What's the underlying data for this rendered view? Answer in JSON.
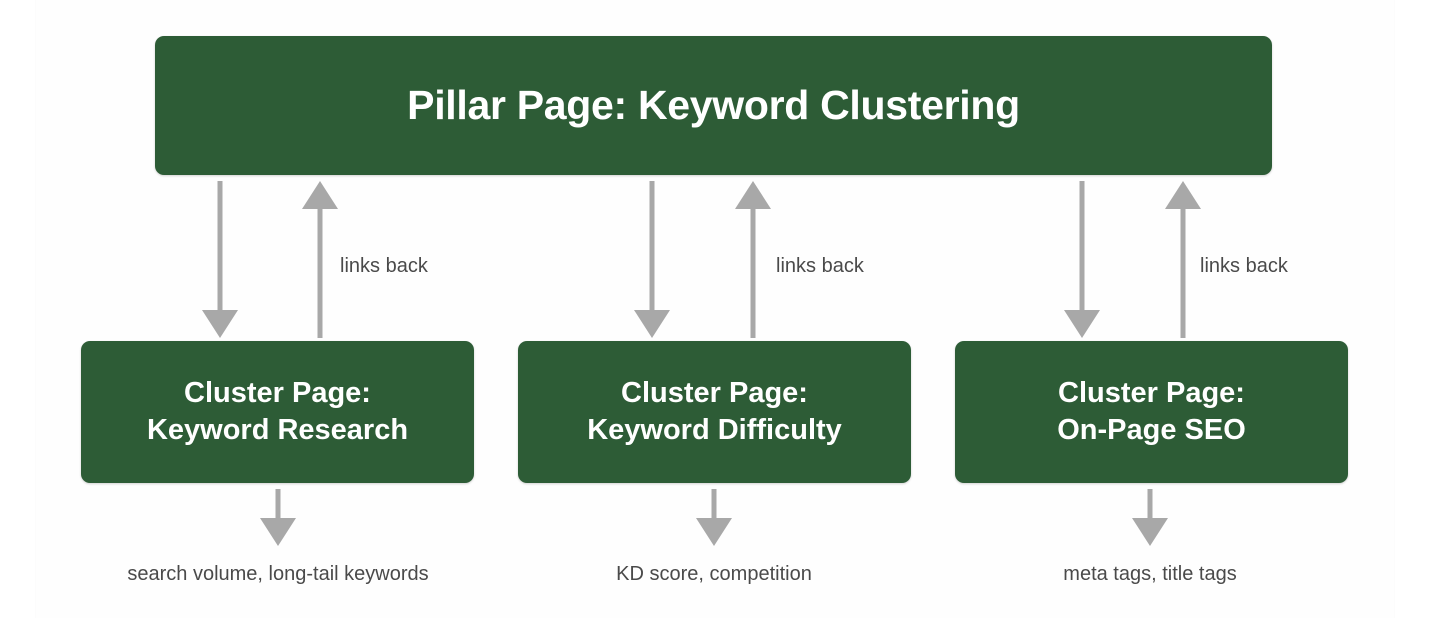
{
  "diagram": {
    "type": "hub-and-spoke-linking",
    "background_color": "#ffffff",
    "node_color": "#2d5c36",
    "node_text_color": "#ffffff",
    "arrow_color": "#a8a8a8",
    "label_color": "#4a4a4a",
    "pillar": {
      "label": "Pillar Page: Keyword Clustering"
    },
    "clusters": [
      {
        "title_line1": "Cluster Page:",
        "title_line2": "Keyword Research",
        "link_back_label": "links back",
        "detail": "search volume, long-tail keywords"
      },
      {
        "title_line1": "Cluster Page:",
        "title_line2": "Keyword Difficulty",
        "link_back_label": "links back",
        "detail": "KD score, competition"
      },
      {
        "title_line1": "Cluster Page:",
        "title_line2": "On-Page SEO",
        "link_back_label": "links back",
        "detail": "meta tags, title tags"
      }
    ]
  }
}
